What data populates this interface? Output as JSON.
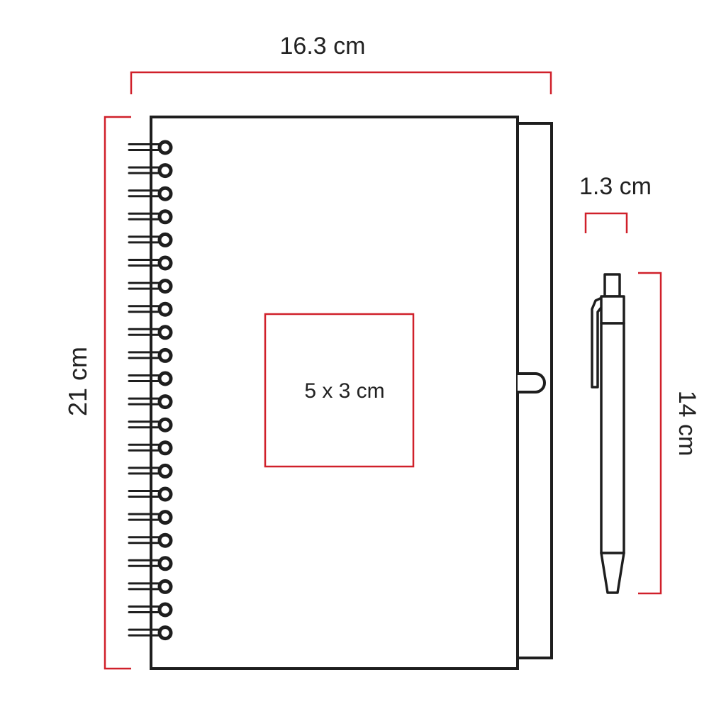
{
  "dimensions": {
    "notebook_width": "16.3 cm",
    "notebook_height": "21 cm",
    "print_area": "5 x 3 cm",
    "pen_width": "1.3 cm",
    "pen_length": "14 cm"
  },
  "colors": {
    "outline": "#1e1e1e",
    "dimension_line": "#d0202a",
    "text": "#222222",
    "background": "#ffffff"
  }
}
